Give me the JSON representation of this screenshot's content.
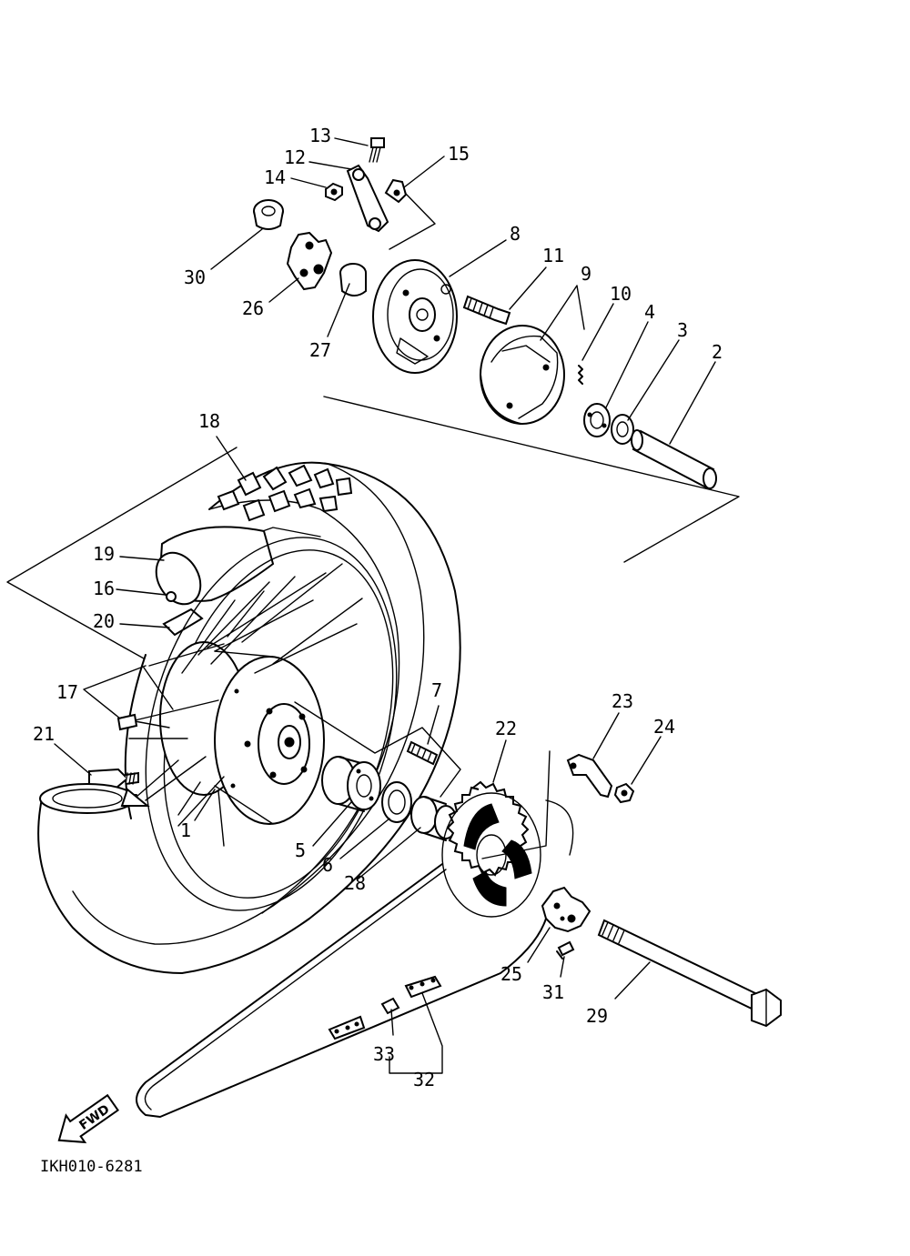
{
  "diagram": {
    "callouts": [
      {
        "id": "1",
        "label": "1"
      },
      {
        "id": "2",
        "label": "2"
      },
      {
        "id": "3",
        "label": "3"
      },
      {
        "id": "4",
        "label": "4"
      },
      {
        "id": "5",
        "label": "5"
      },
      {
        "id": "6",
        "label": "6"
      },
      {
        "id": "7",
        "label": "7"
      },
      {
        "id": "8",
        "label": "8"
      },
      {
        "id": "9",
        "label": "9"
      },
      {
        "id": "10",
        "label": "10"
      },
      {
        "id": "11",
        "label": "11"
      },
      {
        "id": "12",
        "label": "12"
      },
      {
        "id": "13",
        "label": "13"
      },
      {
        "id": "14",
        "label": "14"
      },
      {
        "id": "15",
        "label": "15"
      },
      {
        "id": "16",
        "label": "16"
      },
      {
        "id": "17",
        "label": "17"
      },
      {
        "id": "18",
        "label": "18"
      },
      {
        "id": "19",
        "label": "19"
      },
      {
        "id": "20",
        "label": "20"
      },
      {
        "id": "21",
        "label": "21"
      },
      {
        "id": "22",
        "label": "22"
      },
      {
        "id": "23",
        "label": "23"
      },
      {
        "id": "24",
        "label": "24"
      },
      {
        "id": "25",
        "label": "25"
      },
      {
        "id": "26",
        "label": "26"
      },
      {
        "id": "27",
        "label": "27"
      },
      {
        "id": "28",
        "label": "28"
      },
      {
        "id": "29",
        "label": "29"
      },
      {
        "id": "30",
        "label": "30"
      },
      {
        "id": "31",
        "label": "31"
      },
      {
        "id": "32",
        "label": "32"
      },
      {
        "id": "33",
        "label": "33"
      }
    ],
    "fwd_label": "FWD",
    "drawing_code": "IKH010-6281"
  }
}
